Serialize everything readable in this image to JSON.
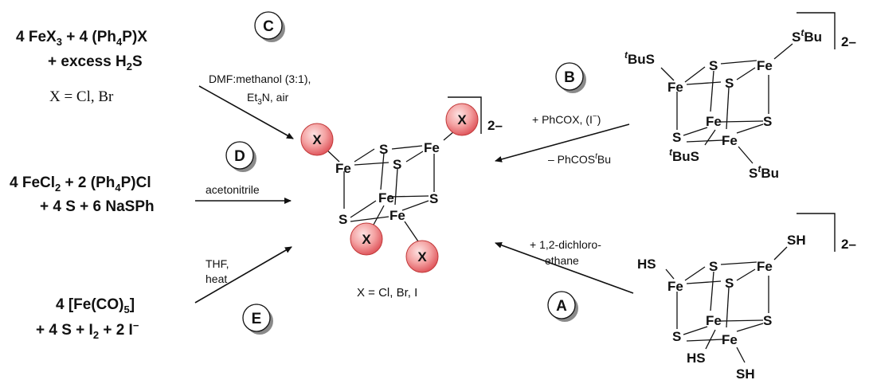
{
  "reagents": {
    "c_line1": [
      "4 FeX",
      "3",
      " + 4 (Ph",
      "4",
      "P)X"
    ],
    "c_line2": [
      "+ excess H",
      "2",
      "S"
    ],
    "c_xdef": "X = Cl, Br",
    "d_line1": [
      "4 FeCl",
      "2",
      " + 2 (Ph",
      "4",
      "P)Cl"
    ],
    "d_line2": "+ 4 S + 6 NaSPh",
    "e_line1": [
      "4 [Fe(CO)",
      "5",
      "]"
    ],
    "e_line2": [
      "+ 4 S + I",
      "2",
      " + 2 I",
      "−"
    ]
  },
  "conditions": {
    "c_1": "DMF:methanol (3:1),",
    "c_2": [
      "Et",
      "3",
      "N, air"
    ],
    "d": "acetonitrile",
    "e_1": "THF,",
    "e_2": "heat",
    "b_top": [
      "+ PhCOX, (I",
      "−",
      ")"
    ],
    "b_bottom": [
      "– PhCOS",
      "t",
      "Bu"
    ],
    "a_1": "+ 1,2-dichloro-",
    "a_2": "ethane"
  },
  "route_labels": {
    "A": "A",
    "B": "B",
    "C": "C",
    "D": "D",
    "E": "E"
  },
  "cluster_center": {
    "fe": "Fe",
    "s": "S",
    "x": "X",
    "charge": "2–",
    "x_def": "X = Cl, Br, I"
  },
  "cluster_tbu": {
    "fe": "Fe",
    "s": "S",
    "ligand": [
      "S",
      "t",
      "Bu"
    ],
    "ligand_left": [
      "t",
      "BuS"
    ],
    "charge": "2–"
  },
  "cluster_sh": {
    "fe": "Fe",
    "s": "S",
    "sh": "SH",
    "hs": "HS",
    "charge": "2–"
  },
  "colors": {
    "sphere_fill": "#f2a8a8",
    "sphere_stroke": "#c23a3a",
    "badge_shadow": "#8a8a8a",
    "line": "#111111"
  }
}
